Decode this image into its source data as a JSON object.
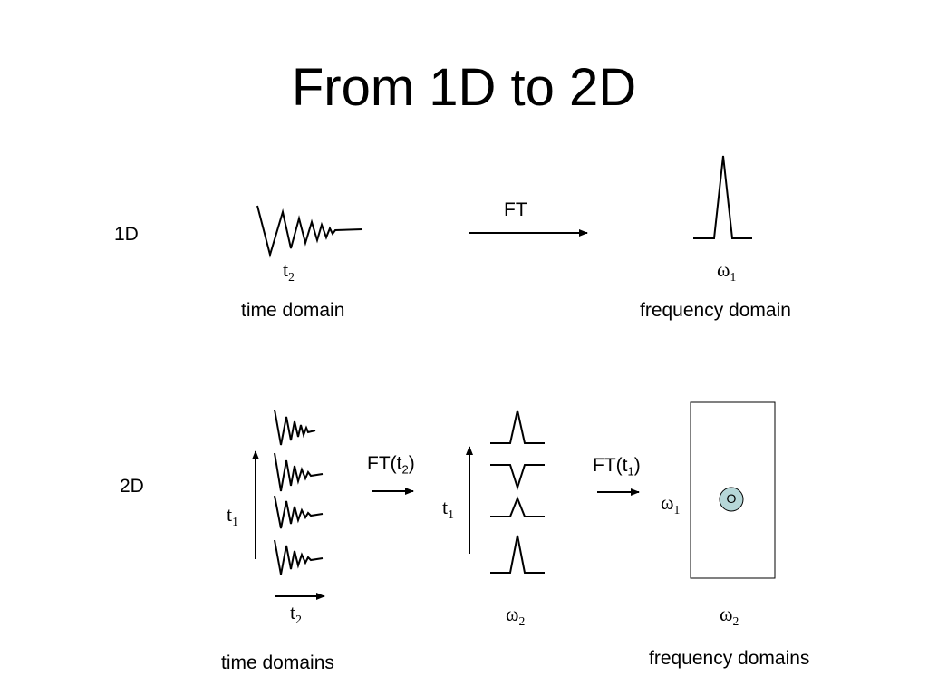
{
  "title": "From 1D to 2D",
  "row_1d": {
    "row_label": "1D",
    "time_axis": {
      "symbol": "t",
      "subscript": "2"
    },
    "time_caption": "time domain",
    "transform": "FT",
    "freq_axis": {
      "symbol": "ω",
      "subscript": "1"
    },
    "freq_caption": "frequency domain"
  },
  "row_2d": {
    "row_label": "2D",
    "t1_axis_left": {
      "symbol": "t",
      "subscript": "1"
    },
    "t2_axis": {
      "symbol": "t",
      "subscript": "2"
    },
    "time_caption": "time domains",
    "transform_1": {
      "prefix": "FT(t",
      "subscript": "2",
      "suffix": ")"
    },
    "t1_axis_mid": {
      "symbol": "t",
      "subscript": "1"
    },
    "omega2_axis_mid": {
      "symbol": "ω",
      "subscript": "2"
    },
    "transform_2": {
      "prefix": "FT(t",
      "subscript": "1",
      "suffix": ")"
    },
    "omega1_axis": {
      "symbol": "ω",
      "subscript": "1"
    },
    "omega2_axis_right": {
      "symbol": "ω",
      "subscript": "2"
    },
    "peak_label": "O",
    "freq_caption": "frequency domains",
    "peak_color": "#b6d7d8"
  }
}
